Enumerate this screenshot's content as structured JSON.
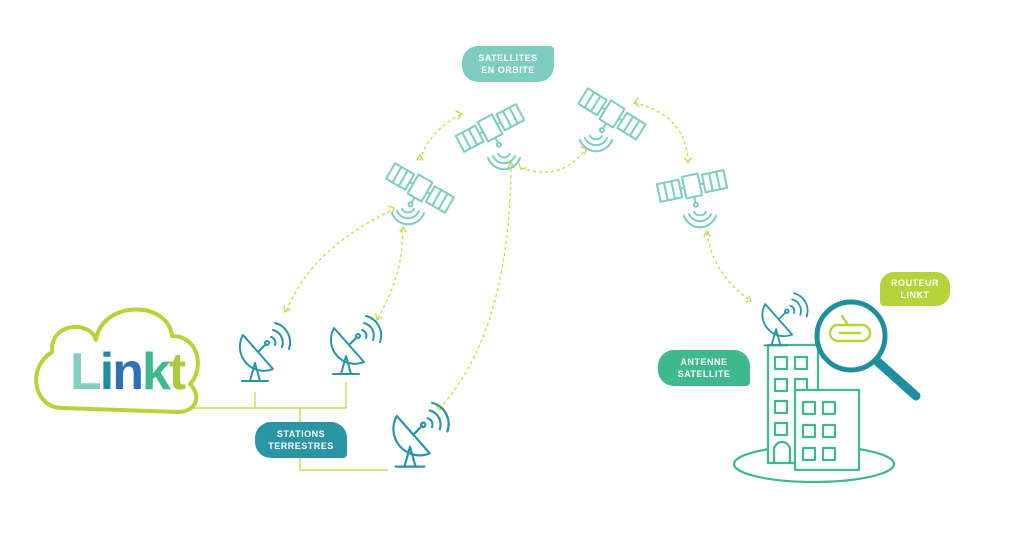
{
  "logo": {
    "text": "Linkt",
    "letters": [
      "L",
      "i",
      "n",
      "k",
      "t"
    ]
  },
  "labels": {
    "satellites": [
      "SATELLITES",
      "EN ORBITE"
    ],
    "stations": [
      "STATIONS",
      "TERRESTRES"
    ],
    "antenne": [
      "ANTENNE",
      "SATELLITE"
    ],
    "routeur": [
      "ROUTEUR",
      "LINKT"
    ]
  },
  "colors": {
    "teal_light": "#7ecdc0",
    "teal_dark": "#2a95a4",
    "green": "#3fb88e",
    "lime": "#b5d43a",
    "lime_line": "#c7dc5a",
    "logo_blue": "#2f6fb5"
  },
  "icons": {
    "cloud": "cloud-icon",
    "satellite": "satellite-icon",
    "dish": "satellite-dish-icon",
    "building": "building-icon",
    "magnifier": "magnifier-icon",
    "router": "router-icon"
  }
}
